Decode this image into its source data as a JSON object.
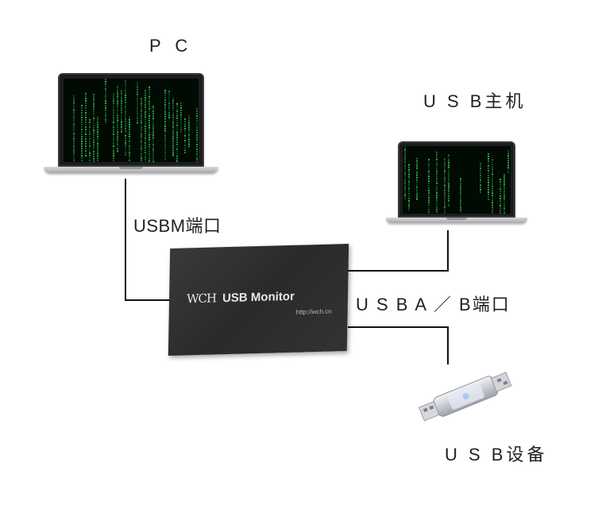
{
  "labels": {
    "pc": "P C",
    "usb_host": "U S B主机",
    "usbm_port": "USBM端口",
    "usbab_port": "U S B A ／ B端口",
    "usb_device": "U S B设备"
  },
  "device": {
    "logo": "WCH",
    "name": "USB Monitor",
    "url": "http://wch.cn"
  },
  "colors": {
    "matrix_green": "#2fbf4a",
    "device_body": "#2d2d30",
    "wire": "#111111"
  }
}
